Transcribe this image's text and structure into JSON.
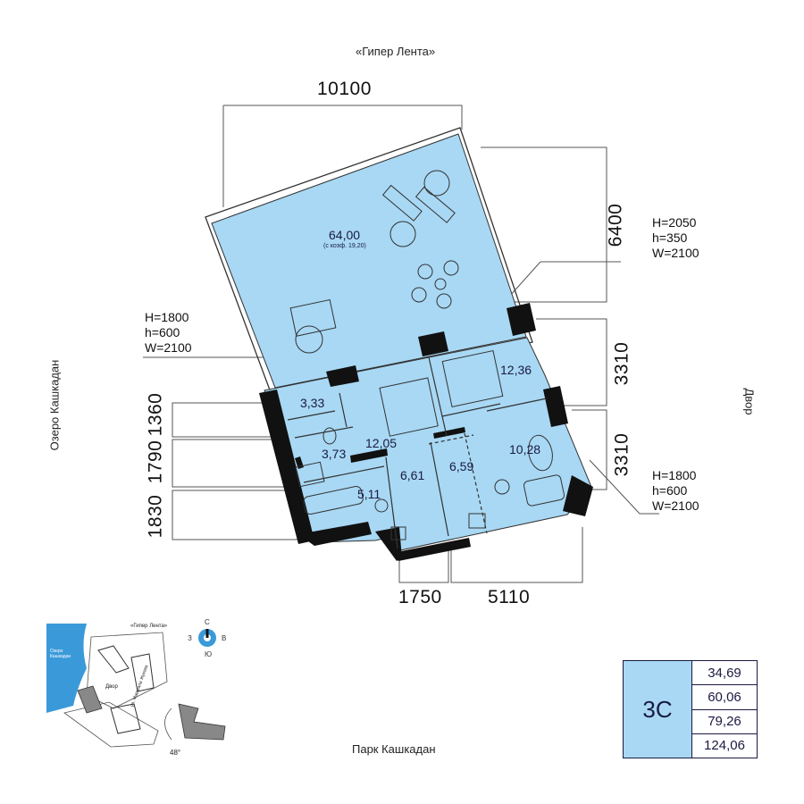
{
  "labels": {
    "north": "«Гипер Лента»",
    "south": "Парк Кашкадан",
    "west": "Озеро Кашкадан",
    "east": "Двор"
  },
  "dimensions": {
    "top": "10100",
    "right_top": "6400",
    "right_mid": "3310",
    "right_low": "3310",
    "left_a": "1360",
    "left_b": "1790",
    "left_c": "1830",
    "bottom_a": "1750",
    "bottom_b": "5110"
  },
  "doors": {
    "upper_right": "H=2050\nh=350\nW=2100",
    "left": "H=1800\nh=600\nW=2100",
    "lower_right": "H=1800\nh=600\nW=2100"
  },
  "rooms": {
    "terrace": "64,00",
    "terrace_note": "(с коэф. 19,20)",
    "r1": "3,33",
    "r2": "12,05",
    "r3": "3,73",
    "r4": "12,36",
    "r5": "10,28",
    "r6": "6,61",
    "r7": "6,59",
    "r8": "5,11"
  },
  "site_plan": {
    "north_label": "«Гипер Лента»",
    "lake": "Озеро Кашкадан",
    "yard": "Двор",
    "street": "ул. Маршала Жукова",
    "angle": "48°"
  },
  "compass": {
    "n": "С",
    "s": "Ю",
    "w": "З",
    "e": "В"
  },
  "stats": {
    "type": "3С",
    "values": [
      "34,69",
      "60,06",
      "79,26",
      "124,06"
    ]
  },
  "colors": {
    "fill": "#a8d8f4",
    "wall": "#111111",
    "ink": "#1a1a40"
  }
}
